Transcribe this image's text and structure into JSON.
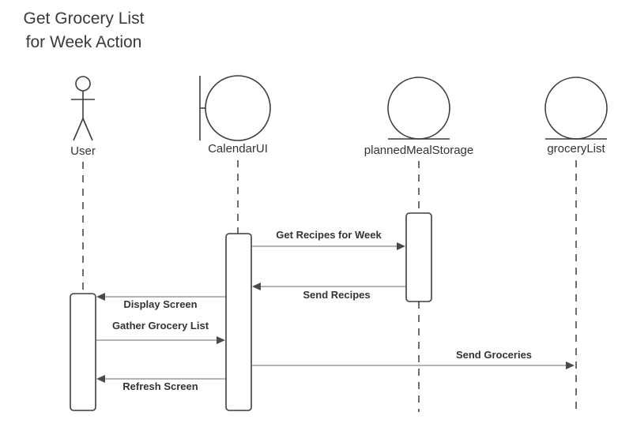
{
  "title": {
    "line1": "Get Grocery List",
    "line2": "for Week Action"
  },
  "participants": [
    {
      "id": "user",
      "kind": "actor",
      "label": "User"
    },
    {
      "id": "calendar",
      "kind": "boundary",
      "label": "CalendarUI"
    },
    {
      "id": "storage",
      "kind": "entity",
      "label": "plannedMealStorage"
    },
    {
      "id": "grocery",
      "kind": "entity",
      "label": "groceryList"
    }
  ],
  "messages": [
    {
      "from": "calendar",
      "to": "storage",
      "label": "Get Recipes for Week"
    },
    {
      "from": "storage",
      "to": "calendar",
      "label": "Send Recipes"
    },
    {
      "from": "calendar",
      "to": "user",
      "label": "Display Screen"
    },
    {
      "from": "user",
      "to": "calendar",
      "label": "Gather Grocery List"
    },
    {
      "from": "calendar",
      "to": "grocery",
      "label": "Send Groceries"
    },
    {
      "from": "calendar",
      "to": "user",
      "label": "Refresh Screen"
    }
  ]
}
